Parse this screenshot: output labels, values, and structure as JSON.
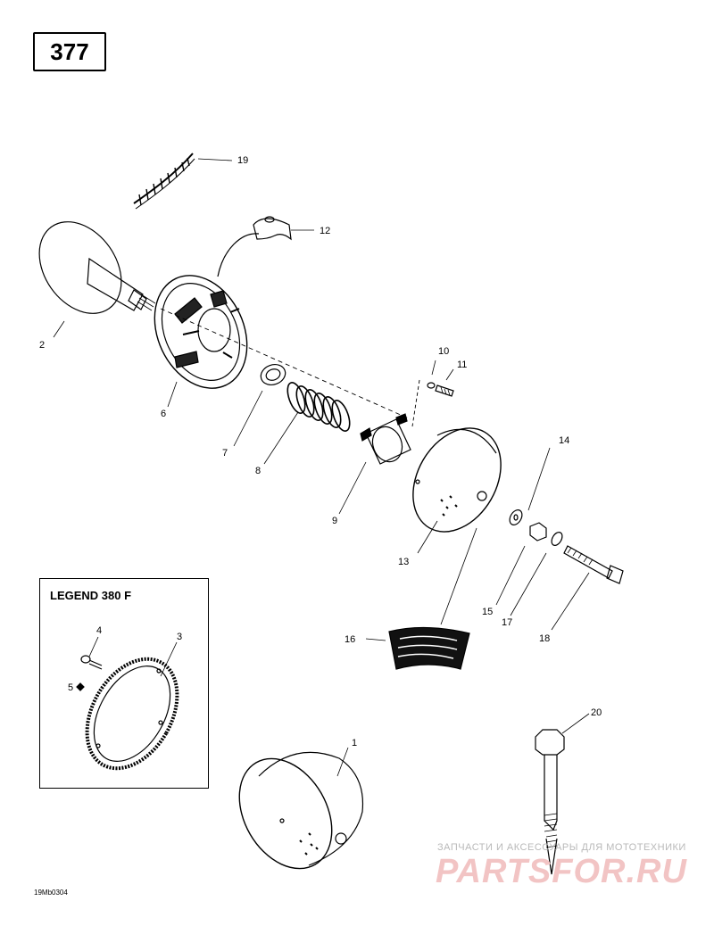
{
  "page_number": "377",
  "legend_title": "LEGEND 380 F",
  "callouts": [
    "1",
    "2",
    "3",
    "4",
    "5",
    "6",
    "7",
    "8",
    "9",
    "10",
    "11",
    "12",
    "13",
    "14",
    "15",
    "16",
    "17",
    "18",
    "19",
    "20"
  ],
  "watermark": {
    "line1": "ЗАПЧАСТИ И АКСЕССУАРЫ ДЛЯ МОТОТЕХНИКИ",
    "line2": "PARTSFOR.RU"
  },
  "reference_code": "19Mb0304"
}
